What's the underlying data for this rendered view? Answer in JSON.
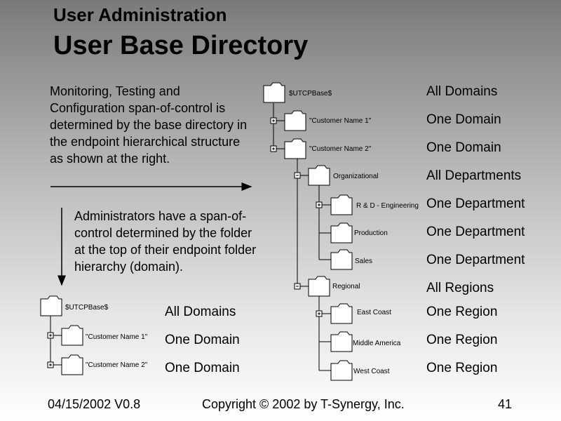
{
  "header": {
    "subtitle": "User Administration",
    "title": "User Base Directory"
  },
  "text": {
    "paragraph1": "Monitoring, Testing and Configuration span-of-control is determined by the base directory in the endpoint hierarchical structure as shown at the right.",
    "paragraph2": "Administrators have a span-of-control determined by the folder at the top of their endpoint folder hierarchy (domain)."
  },
  "tree_main": {
    "nodes": [
      {
        "name": "$UTCPBase$",
        "scope": "All Domains"
      },
      {
        "name": "\"Customer Name 1\"",
        "scope": "One Domain"
      },
      {
        "name": "\"Customer Name 2\"",
        "scope": "One Domain"
      },
      {
        "name": "Organizational",
        "scope": "All Departments"
      },
      {
        "name": "R & D - Engineering",
        "scope": "One Department"
      },
      {
        "name": "Production",
        "scope": "One Department"
      },
      {
        "name": "Sales",
        "scope": "One Department"
      },
      {
        "name": "Regional",
        "scope": "All Regions"
      },
      {
        "name": "East Coast",
        "scope": "One Region"
      },
      {
        "name": "Middle America",
        "scope": "One Region"
      },
      {
        "name": "West Coast",
        "scope": "One Region"
      }
    ]
  },
  "tree_small": {
    "nodes": [
      {
        "name": "$UTCPBase$",
        "scope": "All Domains"
      },
      {
        "name": "\"Customer Name 1\"",
        "scope": "One Domain"
      },
      {
        "name": "\"Customer Name 2\"",
        "scope": "One Domain"
      }
    ]
  },
  "footer": {
    "date": "04/15/2002 V0.8",
    "copyright": "Copyright © 2002 by T-Synergy, Inc.",
    "page": "41"
  },
  "colors": {
    "folder_fill": "#ffffff",
    "line": "#000000"
  }
}
